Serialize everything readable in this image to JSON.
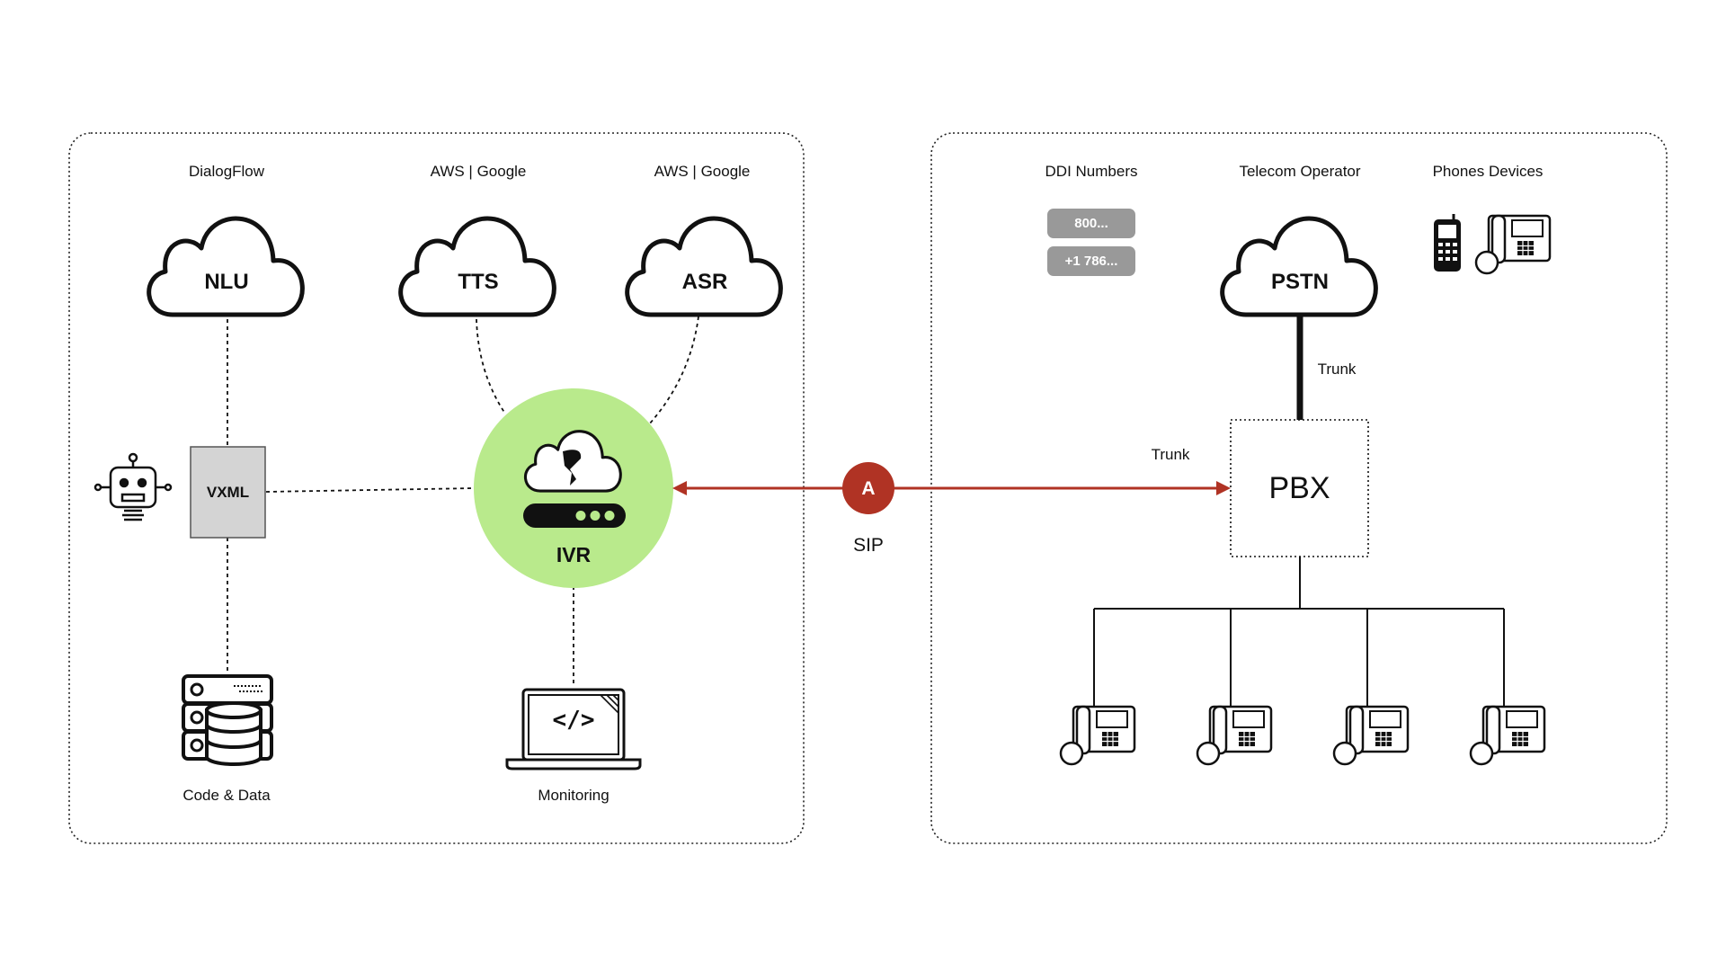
{
  "left_panel": {
    "clouds": [
      {
        "title": "DialogFlow",
        "name": "NLU"
      },
      {
        "title": "AWS | Google",
        "name": "TTS"
      },
      {
        "title": "AWS | Google",
        "name": "ASR"
      }
    ],
    "vxml": "VXML",
    "ivr": "IVR",
    "code_data": "Code & Data",
    "monitoring": "Monitoring",
    "code_glyph": "</>"
  },
  "link": {
    "badge": "A",
    "protocol": "SIP",
    "color": "#b03324"
  },
  "right_panel": {
    "ddi_title": "DDI Numbers",
    "ddi_numbers": [
      "800...",
      "+1 786..."
    ],
    "operator_title": "Telecom Operator",
    "pstn": "PSTN",
    "phones_title": "Phones Devices",
    "trunk_upper": "Trunk",
    "trunk_lower": "Trunk",
    "pbx": "PBX"
  },
  "colors": {
    "ivr_fill": "#b9ea8c",
    "vxml_fill": "#d4d4d4",
    "pill_fill": "#999999"
  }
}
